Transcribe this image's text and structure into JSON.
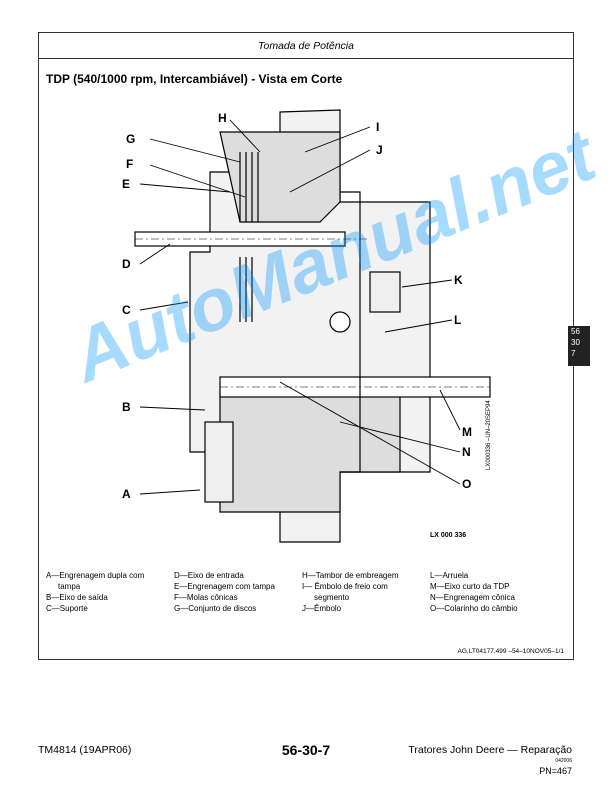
{
  "header": {
    "section": "Tomada de Potência"
  },
  "figure": {
    "title": "TDP (540/1000 rpm, Intercambiável) - Vista em Corte",
    "image_code": "LX 000 336",
    "vertical_code": "LX000336 –UN–20SEP94",
    "callouts": [
      "A",
      "B",
      "C",
      "D",
      "E",
      "F",
      "G",
      "H",
      "I",
      "J",
      "K",
      "L",
      "M",
      "N",
      "O"
    ]
  },
  "legend": {
    "col1": [
      "A—Engrenagem dupla com",
      "tampa",
      "B—Eixo de saída",
      "C—Suporte"
    ],
    "col2": [
      "D—Eixo de entrada",
      "E—Engrenagem com tampa",
      "F—Molas cônicas",
      "G—Conjunto de discos"
    ],
    "col3": [
      "H—Tambor de embreagem",
      "I— Êmbolo de freio com",
      "segmento",
      "J—Êmbolo"
    ],
    "col4": [
      "L—Arruela",
      "M—Eixo curto da TDP",
      "N—Engrenagem cônica",
      "O—Colarinho do câmbio"
    ]
  },
  "reference": "AG,LT04177,499   –54–10NOV05–1/1",
  "side_tab": [
    "56",
    "30",
    "7"
  ],
  "footer": {
    "left": "TM4814 (19APR06)",
    "center": "56-30-7",
    "right": "Tratores John Deere — Reparação",
    "code": "042006",
    "pn": "PN=467"
  },
  "watermark": "AutoManual.net"
}
